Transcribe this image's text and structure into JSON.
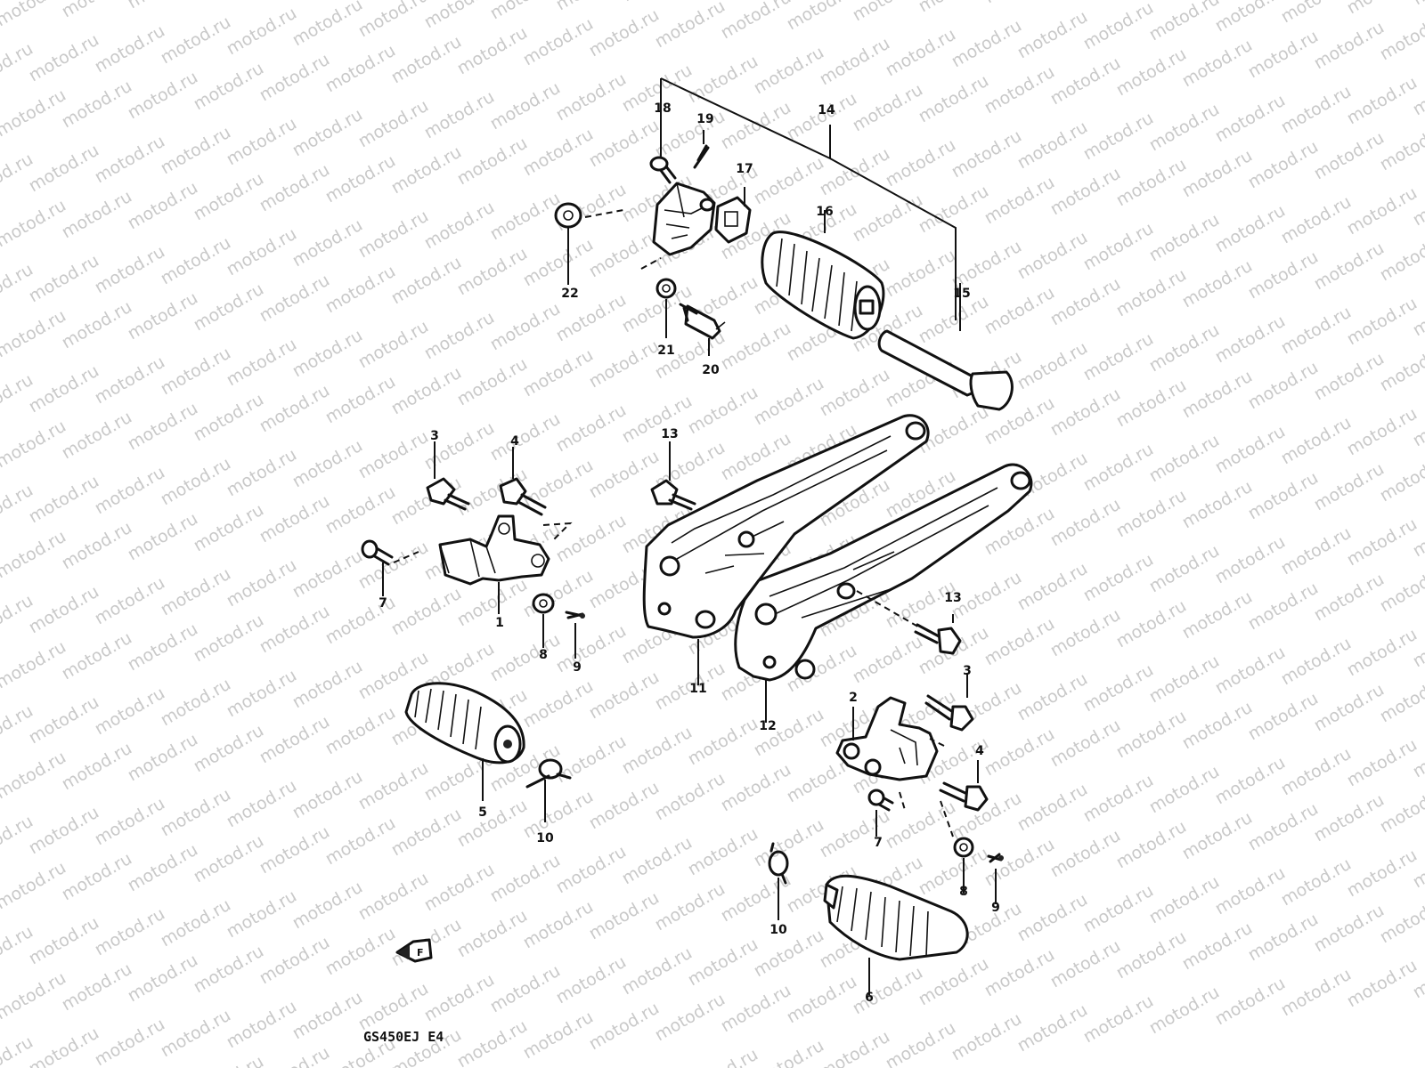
{
  "watermark": "motod.ru",
  "model_code": "GS450EJ E4",
  "arrow_label": "F",
  "callouts": [
    "1",
    "2",
    "3",
    "3",
    "4",
    "4",
    "5",
    "6",
    "7",
    "7",
    "8",
    "8",
    "9",
    "9",
    "10",
    "10",
    "11",
    "12",
    "13",
    "13",
    "14",
    "15",
    "16",
    "17",
    "18",
    "19",
    "20",
    "21",
    "22"
  ],
  "parts": [
    {
      "id": "right-footrest-bracket",
      "callout": "1"
    },
    {
      "id": "left-footrest-bracket",
      "callout": "2"
    },
    {
      "id": "bracket-bolt",
      "callout": "3"
    },
    {
      "id": "bracket-bolt-long",
      "callout": "4"
    },
    {
      "id": "front-footrest",
      "callout": "5"
    },
    {
      "id": "front-footrest-left",
      "callout": "6"
    },
    {
      "id": "footrest-pin",
      "callout": "7"
    },
    {
      "id": "washer",
      "callout": "8"
    },
    {
      "id": "cotter-pin",
      "callout": "9"
    },
    {
      "id": "return-spring",
      "callout": "10"
    },
    {
      "id": "rear-footrest-bracket-right",
      "callout": "11"
    },
    {
      "id": "rear-footrest-bracket-left",
      "callout": "12"
    },
    {
      "id": "bracket-mount-bolt",
      "callout": "13"
    },
    {
      "id": "pillion-footrest-assembly",
      "callout": "14"
    },
    {
      "id": "pillion-footrest-shaft",
      "callout": "15"
    },
    {
      "id": "pillion-footrest-rubber",
      "callout": "16"
    },
    {
      "id": "footrest-plate",
      "callout": "17"
    },
    {
      "id": "pin",
      "callout": "18"
    },
    {
      "id": "cotter-pin-small",
      "callout": "19"
    },
    {
      "id": "pillion-bolt",
      "callout": "20"
    },
    {
      "id": "pillion-washer",
      "callout": "21"
    },
    {
      "id": "pillion-nut",
      "callout": "22"
    }
  ]
}
